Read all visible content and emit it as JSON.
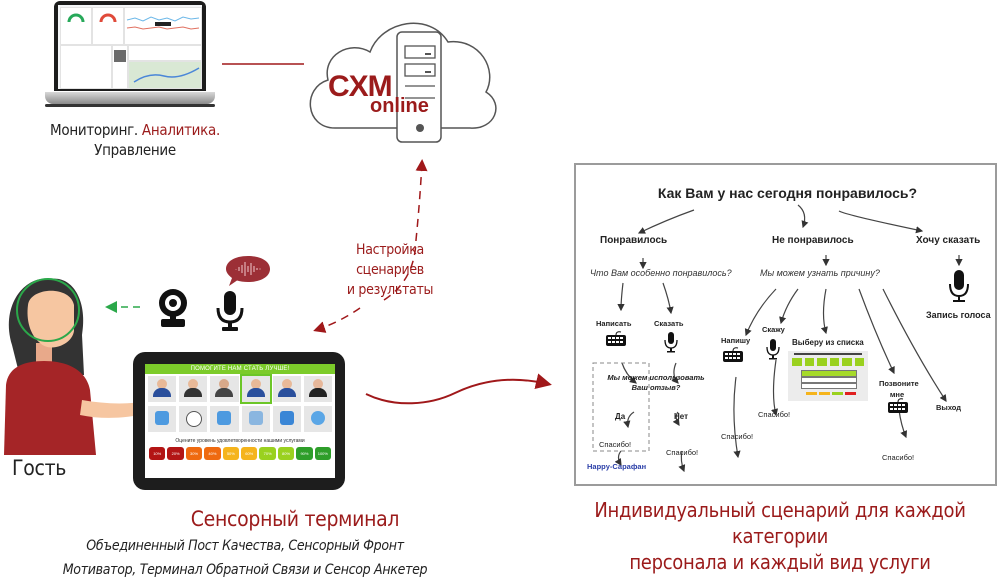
{
  "monitoring": {
    "caption_part1": "Мониторинг.",
    "caption_part2": "Аналитика.",
    "caption_part3": "Управление"
  },
  "cloud": {
    "brand_main": "CXM",
    "brand_sub": "online"
  },
  "link_label": {
    "line1": "Настройка сценариев",
    "line2": "и результаты"
  },
  "guest": {
    "label": "Гость"
  },
  "terminal": {
    "header": "ПОМОГИТЕ НАМ СТАТЬ ЛУЧШЕ!",
    "question": "Оцените уровень удовлетворенности нашими услугами",
    "ratings": [
      "10%",
      "20%",
      "30%",
      "40%",
      "50%",
      "60%",
      "70%",
      "80%",
      "90%",
      "100%"
    ],
    "rating_colors": [
      "#b31515",
      "#b31515",
      "#ef6a10",
      "#ef6a10",
      "#f5b41c",
      "#f5b41c",
      "#9ad11f",
      "#9ad11f",
      "#2e9e2a",
      "#2e9e2a"
    ],
    "title": "Сенсорный терминал",
    "subtitle_line1": "Объединенный Пост Качества, Сенсорный Фронт",
    "subtitle_line2": "Мотиватор, Терминал Обратной Связи и Сенсор Анкетер"
  },
  "scenario": {
    "question": "Как Вам у нас сегодня понравилось?",
    "branches": {
      "liked": "Понравилось",
      "disliked": "Не понравилось",
      "want_to_say": "Хочу сказать"
    },
    "liked_question": "Что Вам особенно понравилось?",
    "disliked_question": "Мы можем узнать причину?",
    "write": "Написать",
    "say": "Сказать",
    "use_feedback_line1": "Мы можем использовать",
    "use_feedback_line2": "Ваш отзыв?",
    "yes": "Да",
    "no": "Нет",
    "thanks": "Спасибо!",
    "happy_label": "Happy-Сарафан",
    "i_will_write": "Напишу",
    "i_will_say": "Скажу",
    "choose_from_list": "Выберу из списка",
    "call_me_line1": "Позвоните",
    "call_me_line2": "мне",
    "exit": "Выход",
    "voice_record": "Запись голоса"
  },
  "scenario_caption": {
    "line1": "Индивидуальный сценарий для каждой категории",
    "line2": "персонала и каждый вид услуги"
  },
  "colors": {
    "accent_red": "#9b1b1b",
    "face_ring_green": "#2ba84a",
    "terminal_green": "#7ccb2a",
    "happy_blue": "#2b3fa8"
  }
}
